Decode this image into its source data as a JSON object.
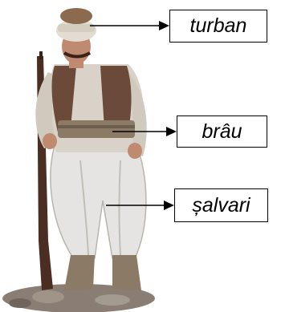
{
  "labels": {
    "turban": "turban",
    "brau": "brâu",
    "salvari": "șalvari"
  },
  "colors": {
    "background": "#ffffff",
    "label_border": "#000000",
    "arrow": "#000000",
    "vest": "#6b4a3a",
    "shirt": "#d8d2c8",
    "trousers": "#e6e4e2",
    "skin": "#c08a70",
    "turban_band": "#8b6a4e",
    "rifle": "#4a2e22",
    "ground": "#8a7e74"
  }
}
